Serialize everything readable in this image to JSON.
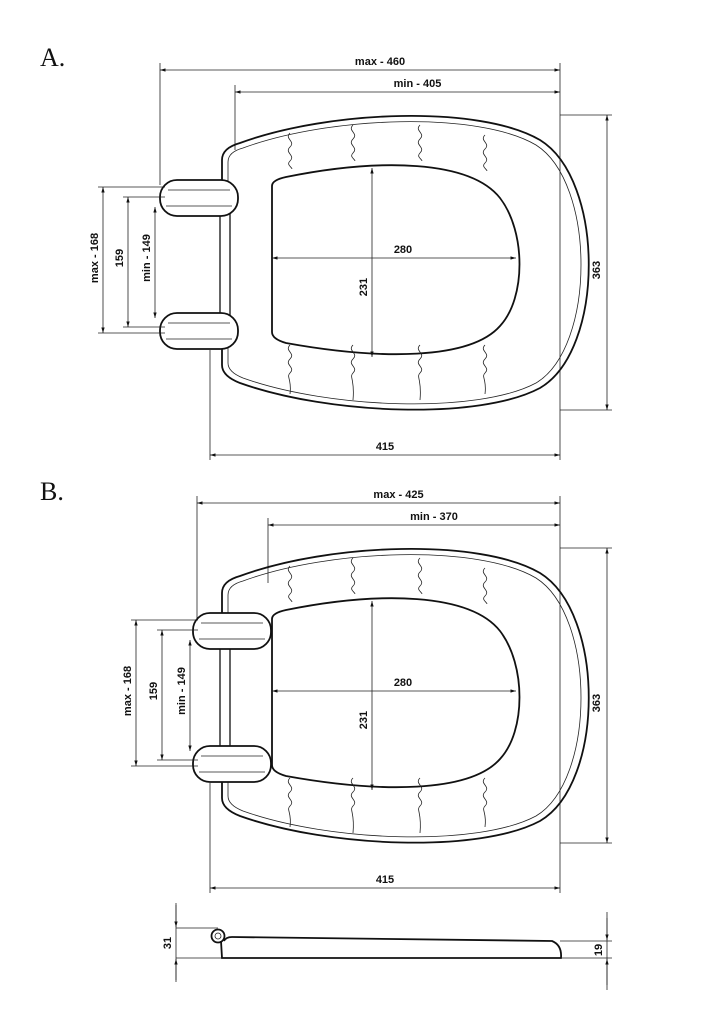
{
  "title_a": "A.",
  "title_b": "B.",
  "diagram_a": {
    "width_max": "max - 460",
    "width_min": "min - 405",
    "hinge_max": "max - 168",
    "hinge_mid": "159",
    "hinge_min": "min - 149",
    "opening_width": "280",
    "opening_length": "231",
    "seat_length": "363",
    "seat_width": "415"
  },
  "diagram_b": {
    "width_max": "max - 425",
    "width_min": "min - 370",
    "hinge_max": "max - 168",
    "hinge_mid": "159",
    "hinge_min": "min - 149",
    "opening_width": "280",
    "opening_length": "231",
    "seat_length": "363",
    "seat_width": "415"
  },
  "side_view": {
    "hinge_height": "31",
    "front_height": "19"
  }
}
